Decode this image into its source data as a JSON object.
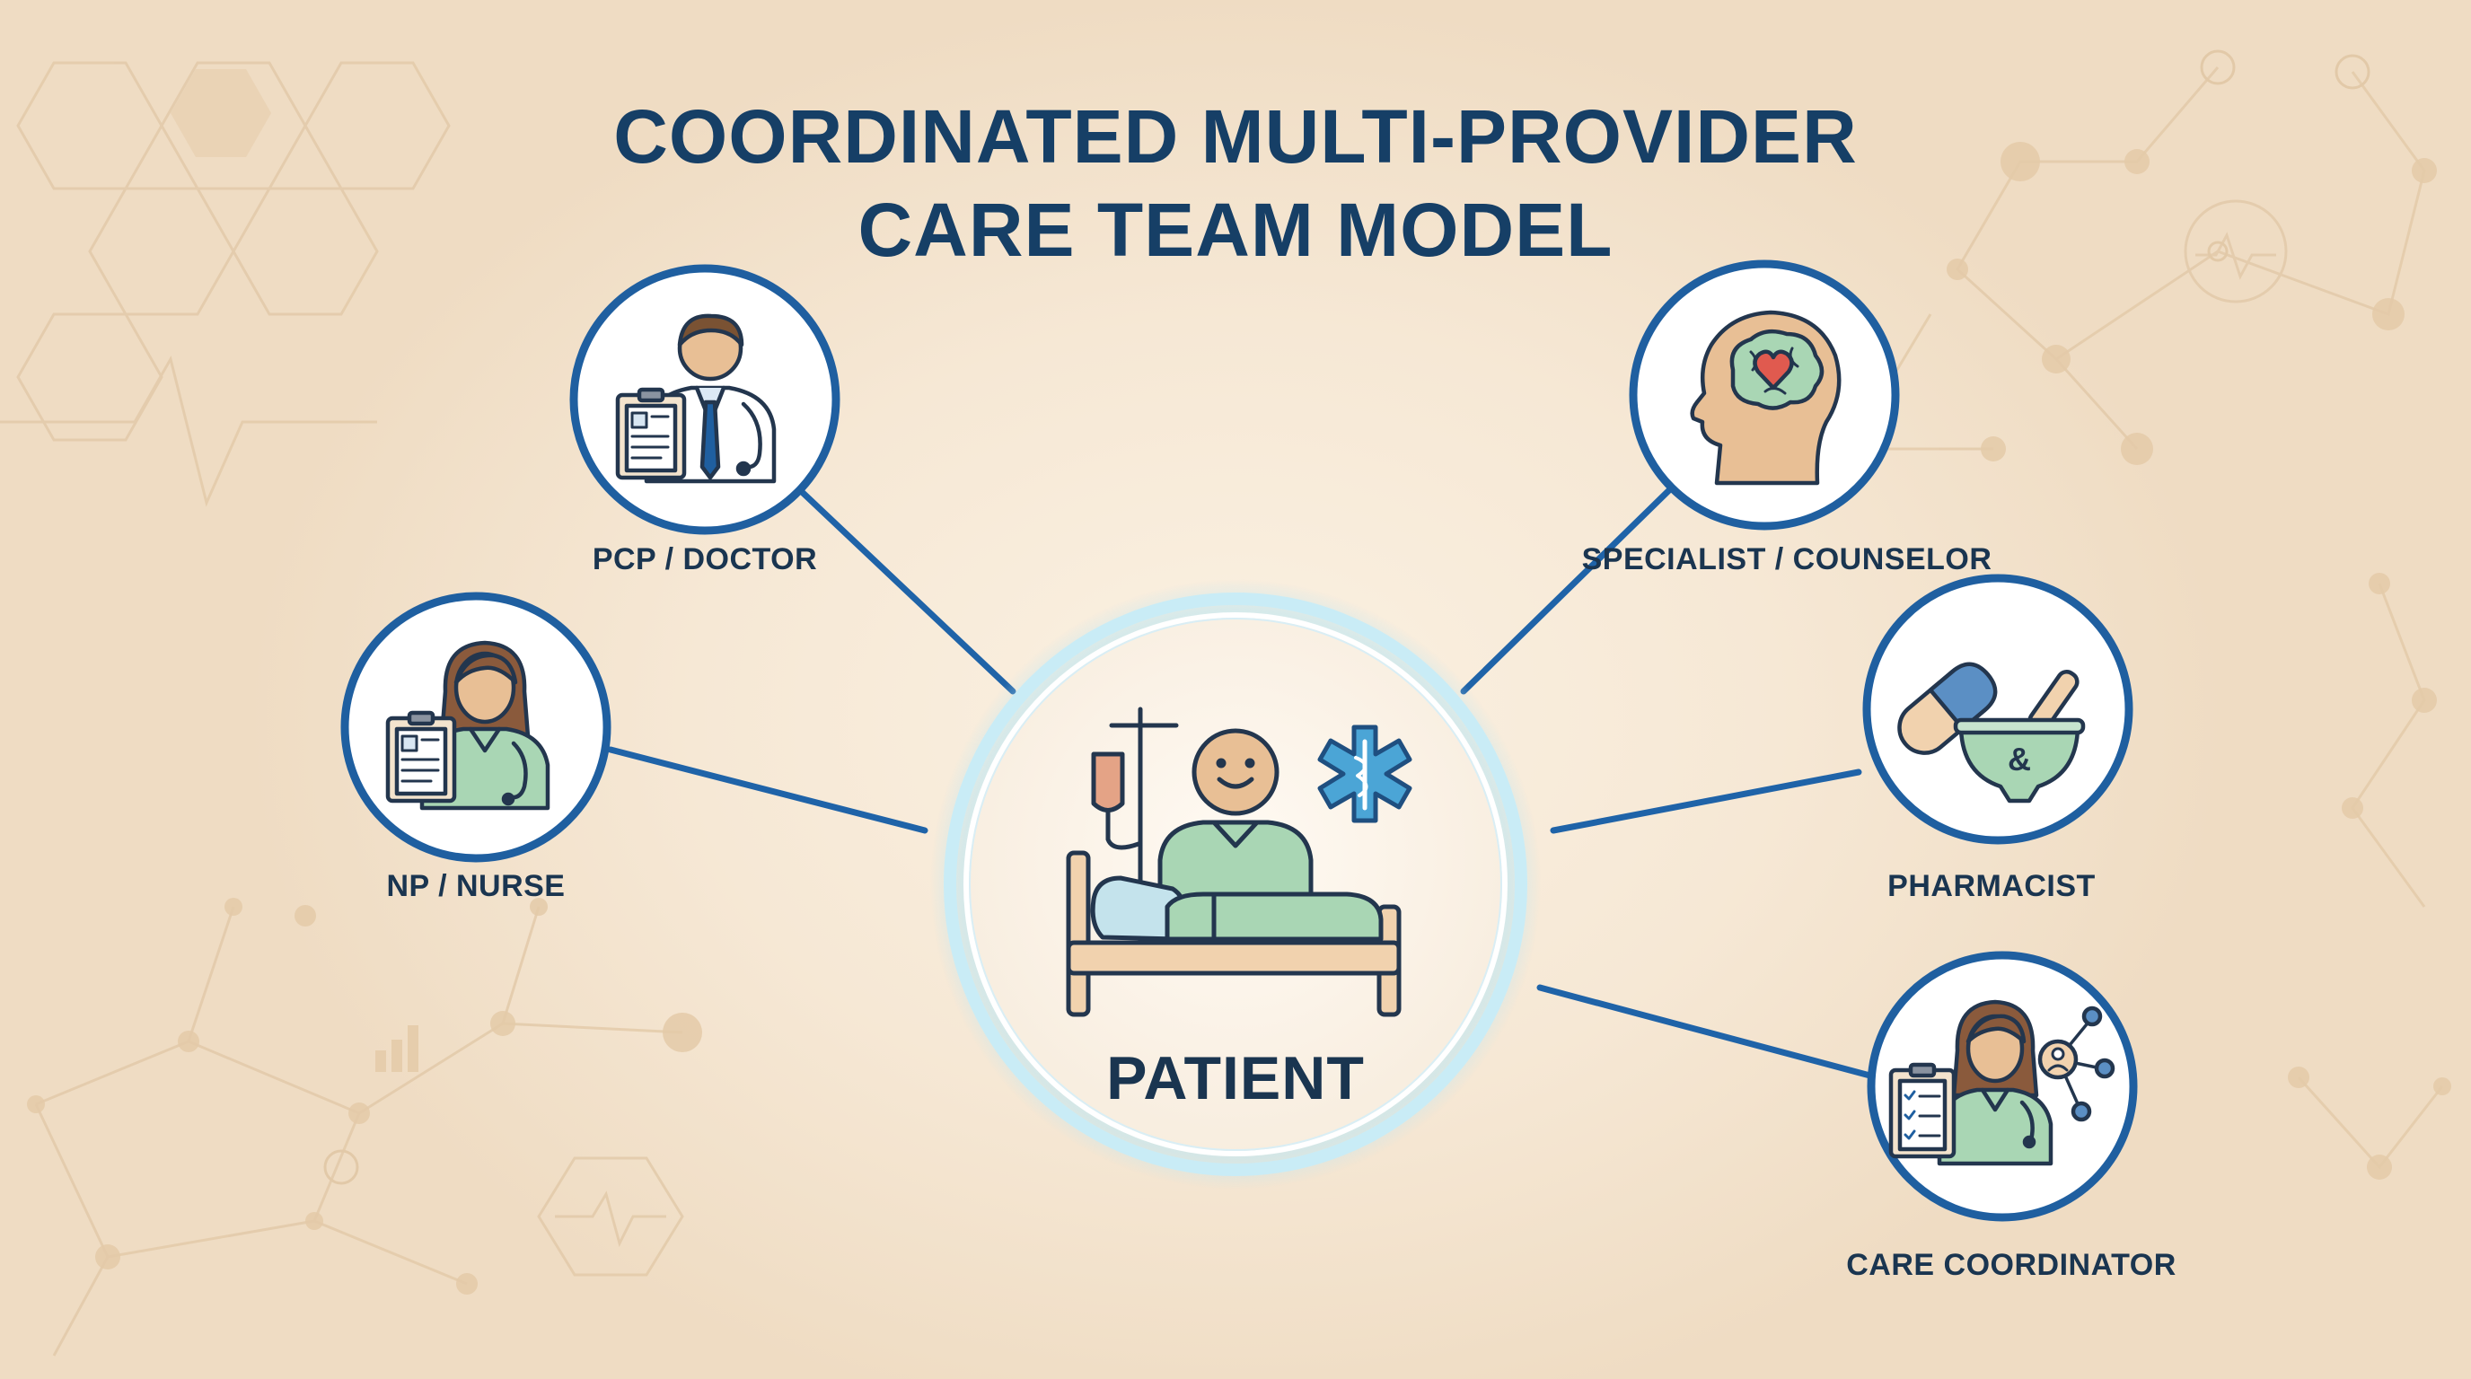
{
  "title": {
    "line1": "COORDINATED MULTI-PROVIDER",
    "line2": "CARE TEAM MODEL"
  },
  "center": {
    "label": "PATIENT",
    "icon": "patient-in-bed-icon"
  },
  "providers": [
    {
      "id": "pcp",
      "label": "PCP / DOCTOR",
      "icon": "doctor-icon"
    },
    {
      "id": "np",
      "label": "NP / NURSE",
      "icon": "nurse-icon"
    },
    {
      "id": "specialist",
      "label": "SPECIALIST / COUNSELOR",
      "icon": "brain-heart-icon"
    },
    {
      "id": "pharmacist",
      "label": "PHARMACIST",
      "icon": "pill-mortar-icon",
      "glyph": "&"
    },
    {
      "id": "coordinator",
      "label": "CARE COORDINATOR",
      "icon": "care-coordinator-icon"
    }
  ],
  "colors": {
    "navy": "#163f66",
    "line_blue": "#1f63a8",
    "background": "#f4e6d2",
    "ring_glow": "#bfe6f2",
    "scrub_green": "#9bcfa8",
    "skin": "#e8bf95"
  }
}
